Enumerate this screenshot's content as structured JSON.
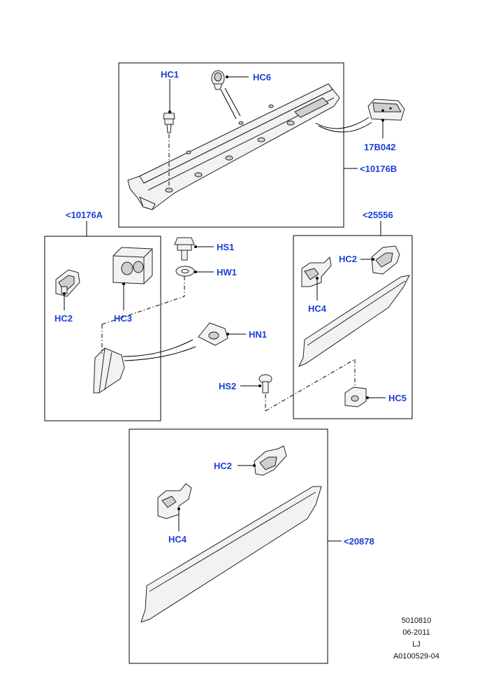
{
  "labels": {
    "hc1": "HC1",
    "hc6": "HC6",
    "b17042": "17B042",
    "asm_10176b": "<10176B",
    "asm_10176a": "<10176A",
    "asm_25556": "<25556",
    "hs1": "HS1",
    "hw1": "HW1",
    "hn1": "HN1",
    "hs2": "HS2",
    "hc5": "HC5",
    "hc2_left": "HC2",
    "hc3": "HC3",
    "hc2_right": "HC2",
    "hc4_right": "HC4",
    "hc2_bottom": "HC2",
    "hc4_bottom": "HC4",
    "asm_20878": "<20878"
  },
  "reference": {
    "line1": "5010810",
    "line2": "06-2011",
    "line3": "LJ",
    "line4": "A0100529-04"
  },
  "colors": {
    "label": "#1a3fd6",
    "line": "#000000",
    "part_fill": "#f2f2f2",
    "part_dark": "#cfcfcf"
  }
}
